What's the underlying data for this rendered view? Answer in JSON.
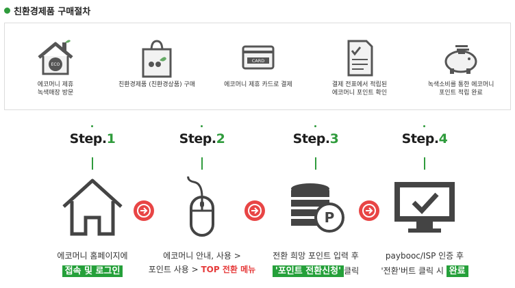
{
  "header": {
    "title": "친환경제품 구매절차"
  },
  "purchase_steps": [
    {
      "line1": "에코머니 제휴",
      "line2": "녹색매장 방문",
      "icon": "eco-house-icon"
    },
    {
      "line1": "친환경제품 (친환경상품) 구매",
      "line2": "",
      "icon": "shopping-bag-icon"
    },
    {
      "line1": "에코머니 제휴 카드로 결제",
      "line2": "",
      "icon": "credit-card-icon",
      "card_text": "CARD"
    },
    {
      "line1": "결제 전표에서 적립된",
      "line2": "에코머니 포인트 확인",
      "icon": "receipt-check-icon"
    },
    {
      "line1": "녹색소비를 통한 에코머니",
      "line2": "포인트 적립 완료",
      "icon": "piggy-bank-icon"
    }
  ],
  "steps": [
    {
      "label": "Step.",
      "number": "1",
      "icon": "home-icon",
      "line1": "에코머니 홈페이지에",
      "line2_highlight": "접속 및 로그인"
    },
    {
      "label": "Step.",
      "number": "2",
      "icon": "mouse-icon",
      "line1": "에코머니 안내, 사용 >",
      "line2_prefix": "포인트 사용 > ",
      "line2_red": "TOP 전환 메뉴"
    },
    {
      "label": "Step.",
      "number": "3",
      "icon": "coins-p-icon",
      "coin_letter": "P",
      "line1": "전환 희망 포인트 입력 후",
      "line2_highlight": "'포인트 전환신청'",
      "line2_suffix": "클릭"
    },
    {
      "label": "Step.",
      "number": "4",
      "icon": "monitor-check-icon",
      "line1": "paybooc/ISP 인증 후",
      "line2_prefix": "'전환'버트 클릭 시 ",
      "line2_highlight": "완료"
    }
  ],
  "colors": {
    "accent_green": "#2f9b3c",
    "highlight_green": "#25a03a",
    "arrow_red": "#e84545",
    "text_red": "#e63a3a"
  }
}
